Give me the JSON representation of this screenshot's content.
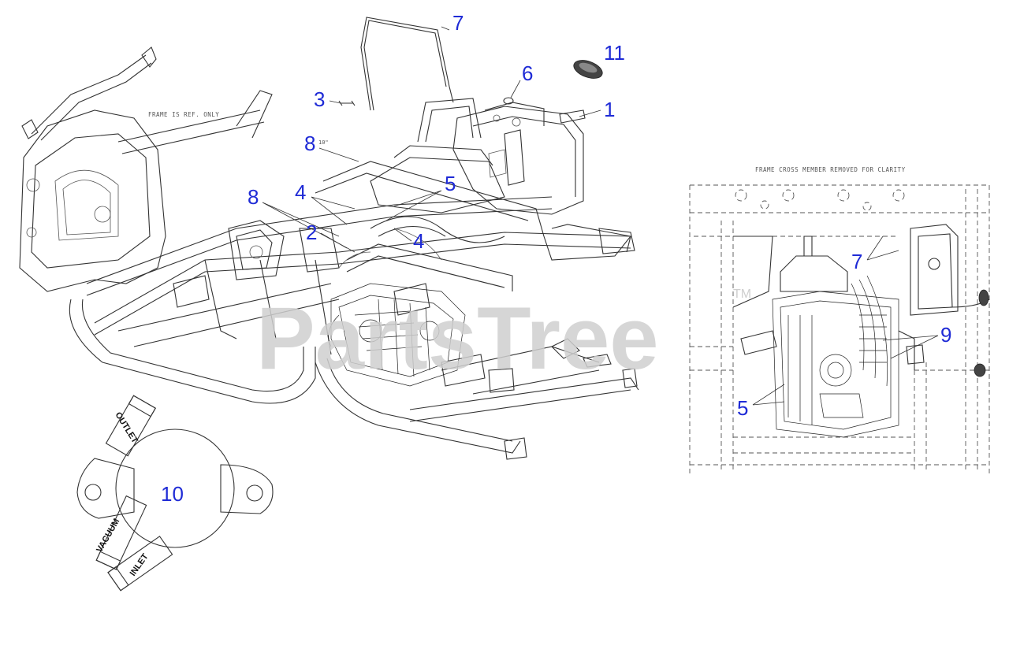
{
  "notes": {
    "frame_ref": "FRAME IS REF. ONLY",
    "cross_member": "FRAME CROSS MEMBER REMOVED FOR CLARITY",
    "dimension": "10\""
  },
  "callouts": {
    "c1": "1",
    "c2": "2",
    "c3": "3",
    "c4a": "4",
    "c4b": "4",
    "c5a": "5",
    "c5b": "5",
    "c6": "6",
    "c7a": "7",
    "c7b": "7",
    "c8a": "8",
    "c8b": "8",
    "c9": "9",
    "c10": "10",
    "c11": "11"
  },
  "pump_labels": {
    "outlet": "OUTLET",
    "vacuum": "VACUUM",
    "inlet": "INLET"
  },
  "watermark": {
    "text": "PartsTree",
    "tm": "TM"
  },
  "colors": {
    "callout": "#1f2bd6",
    "watermark": "#cfcfcf"
  }
}
